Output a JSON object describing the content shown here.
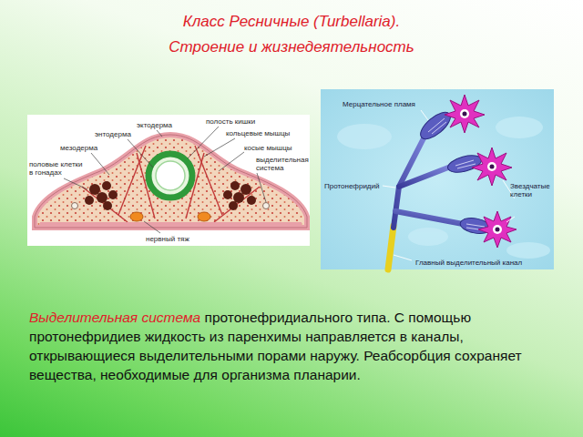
{
  "diagram": {
    "title": "Класс Ресничные (Turbellaria). Строение и жизнедеятельность",
    "labels": [
      "эктодерма",
      "полость кишки",
      "энтодерма",
      "кольцевые мышцы",
      "мезодерма",
      "косые мышцы",
      "выделительная система",
      "половые клетки в гонадах",
      "нервный тяж",
      "Мерцательное пламя",
      "Протонефридий",
      "Звездчатые клетки",
      "Главный выделительный канал",
      "Выделительная система",
      "протонефридиального типа. С помощью протонефридиев жидкость из паренхимы направляется в каналы, открывающиеся выделительными порами наружу. Реабсорбция сохраняет вещества, необходимые для организма планарии."
    ]
  }
}
